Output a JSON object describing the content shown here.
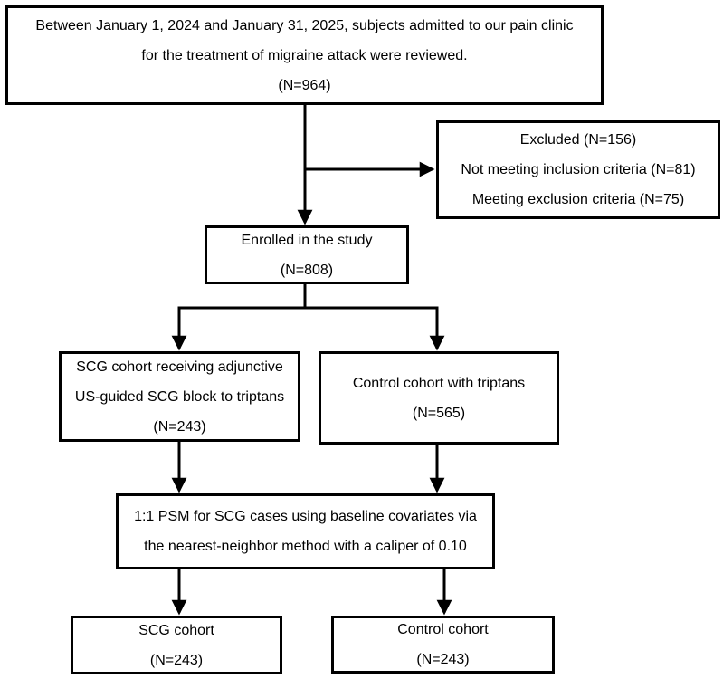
{
  "diagram": {
    "type": "study-flowchart",
    "colors": {
      "border": "#000000",
      "line": "#000000",
      "text": "#000000",
      "background": "#ffffff"
    },
    "boxes": {
      "reviewed": {
        "lines": [
          "Between January 1, 2024 and January 31, 2025, subjects admitted to our pain clinic",
          "for the treatment of migraine attack were reviewed.",
          "(N=964)"
        ]
      },
      "excluded": {
        "lines": [
          "Excluded (N=156)",
          "Not meeting inclusion criteria (N=81)",
          "Meeting exclusion criteria (N=75)"
        ]
      },
      "enrolled": {
        "lines": [
          "Enrolled in the study",
          "(N=808)"
        ]
      },
      "scg_cohort": {
        "lines": [
          "SCG cohort receiving adjunctive",
          "US-guided SCG block to triptans",
          "(N=243)"
        ]
      },
      "control_cohort": {
        "lines": [
          "Control cohort with triptans",
          "(N=565)"
        ]
      },
      "psm": {
        "lines": [
          "1:1 PSM for SCG cases using baseline covariates via",
          "the nearest-neighbor method with a caliper of 0.10"
        ]
      },
      "scg_final": {
        "lines": [
          "SCG cohort",
          "(N=243)"
        ]
      },
      "control_final": {
        "lines": [
          "Control cohort",
          "(N=243)"
        ]
      }
    }
  }
}
